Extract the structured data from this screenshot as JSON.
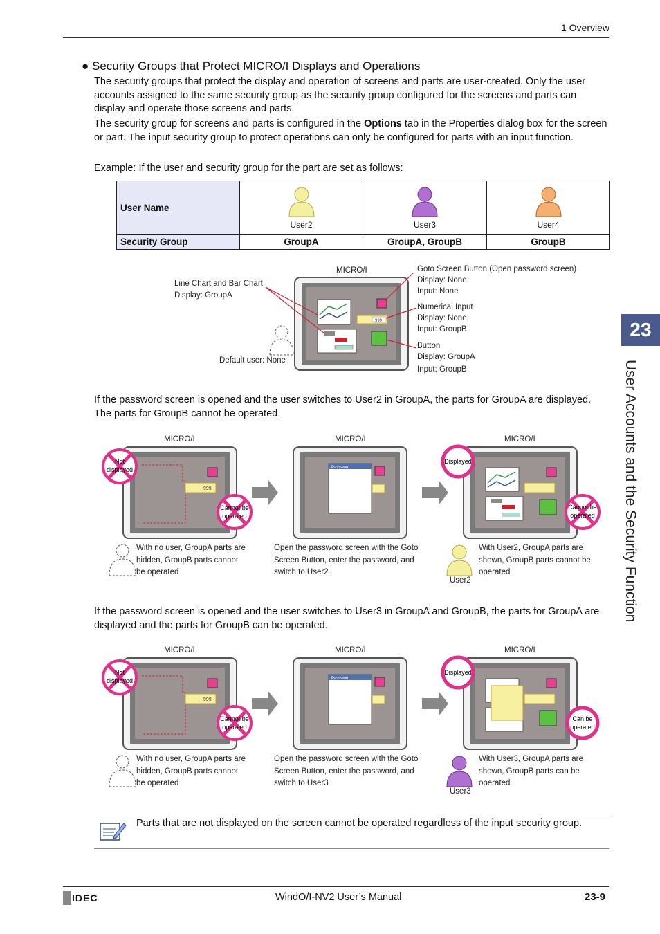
{
  "header": {
    "section": "1 Overview"
  },
  "side_tab": {
    "number": "23",
    "title": "User Accounts and the Security Function"
  },
  "section_title": "Security Groups that Protect MICRO/I Displays and Operations",
  "para1": "The security groups that protect the display and operation of screens and parts are user-created. Only the user accounts assigned to the same security group as the security group configured for the screens and parts can display and operate those screens and parts.",
  "para2_a": "The security group for screens and parts is configured in the ",
  "para2_b": "Options",
  "para2_c": " tab in the Properties dialog box for the screen or part. The input security group to protect operations can only be configured for parts with an input function.",
  "example": "Example: If the user and security group for the part are set as follows:",
  "table": {
    "row1_label": "User Name",
    "row2_label": "Security Group",
    "users": [
      {
        "name": "User2",
        "group": "GroupA",
        "color": "#f5f0a0"
      },
      {
        "name": "User3",
        "group": "GroupA, GroupB",
        "color": "#b070d0"
      },
      {
        "name": "User4",
        "group": "GroupB",
        "color": "#f5b070"
      }
    ]
  },
  "diagram1": {
    "micro": "MICRO/I",
    "line_chart_label": "Line Chart and Bar Chart",
    "line_chart_display": "Display: GroupA",
    "default_user": "Default user: None",
    "goto_label": "Goto Screen Button (Open password screen)",
    "goto_display": "Display: None",
    "goto_input": "Input: None",
    "num_label": "Numerical Input",
    "num_display": "Display: None",
    "num_input": "Input: GroupB",
    "btn_label": "Button",
    "btn_display": "Display: GroupA",
    "btn_input": "Input: GroupB",
    "num_value": "999"
  },
  "para3": "If the password screen is opened and the user switches to User2 in GroupA, the parts for GroupA are displayed. The parts for GroupB cannot be operated.",
  "row1": {
    "micro": "MICRO/I",
    "not_displayed_1": "Not",
    "not_displayed_2": "displayed",
    "cannot_1": "Cannot be",
    "cannot_2": "operated",
    "displayed": "Displayed",
    "password": "Password",
    "cap1": "With no user, GroupA parts are hidden, GroupB parts cannot be operated",
    "cap2": "Open the password screen with the Goto Screen Button, enter the password, and switch to User2",
    "cap3": "With User2, GroupA parts are shown, GroupB parts cannot be operated",
    "user": "User2"
  },
  "para4": "If the password screen is opened and the user switches to User3 in GroupA and GroupB, the parts for GroupA are displayed and the parts for GroupB can be operated.",
  "row2": {
    "micro": "MICRO/I",
    "not_displayed_1": "Not",
    "not_displayed_2": "displayed",
    "cannot_1": "Cannot be",
    "cannot_2": "operated",
    "displayed": "Displayed",
    "can_1": "Can be",
    "can_2": "operated",
    "password": "Password",
    "cap1": "With no user, GroupA parts are hidden, GroupB parts cannot be operated",
    "cap2": "Open the password screen with the Goto Screen Button, enter the password, and switch to User3",
    "cap3": "With User3, GroupA parts are shown, GroupB parts can be operated",
    "user": "User3"
  },
  "note": "Parts that are not displayed on the screen cannot be operated regardless of the input security group.",
  "footer": {
    "brand": "IDEC",
    "manual": "WindO/I-NV2 User’s Manual",
    "page": "23-9"
  }
}
